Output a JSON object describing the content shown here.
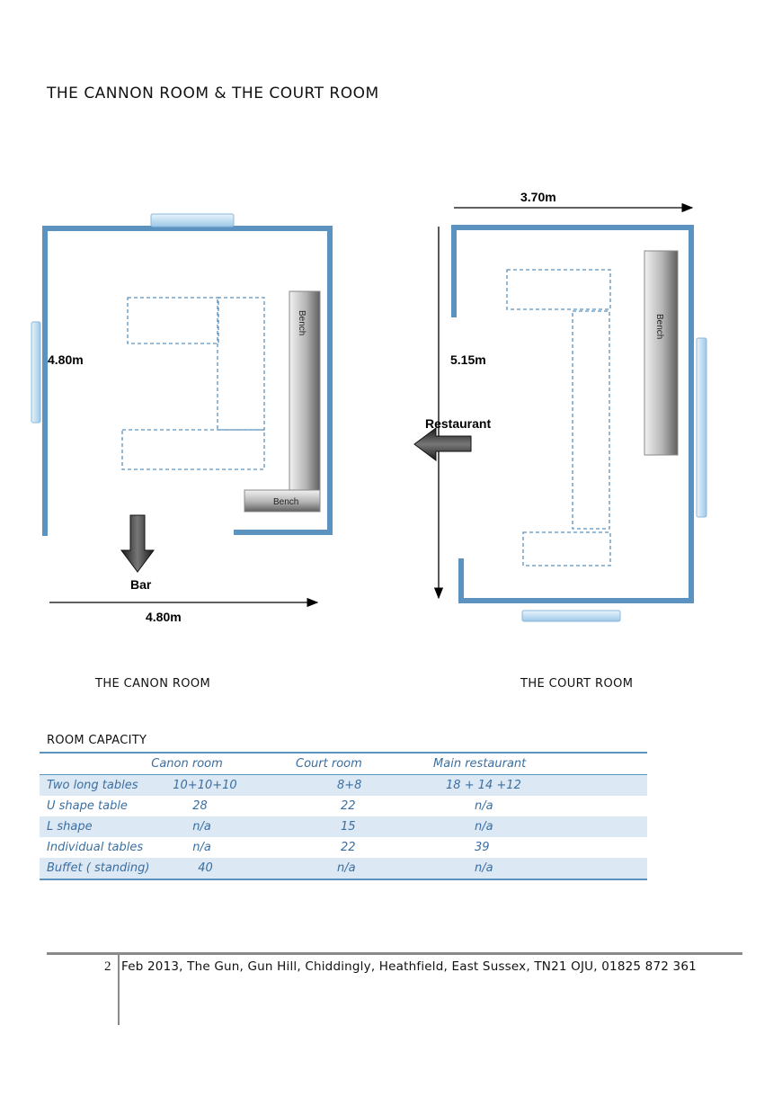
{
  "page_title": "THE CANNON ROOM & THE COURT ROOM",
  "cannon_plan": {
    "width_label": "4.80m",
    "height_label": "4.80m",
    "bench_vertical": "Bench",
    "bench_horizontal": "Bench",
    "exit_label": "Bar",
    "room_name": "THE CANON ROOM"
  },
  "court_plan": {
    "width_label": "3.70m",
    "height_label": "5.15m",
    "bench_vertical": "Bench",
    "exit_label": "Restaurant",
    "room_name": "THE COURT ROOM"
  },
  "capacity": {
    "heading": "ROOM CAPACITY",
    "columns": [
      "",
      "Canon room",
      "Court room",
      "Main restaurant"
    ],
    "rows": [
      {
        "label": "Two long tables",
        "canon": "10+10+10",
        "court": "8+8",
        "main": "18 + 14 +12"
      },
      {
        "label": "U shape table",
        "canon": "28",
        "court": "22",
        "main": "n/a"
      },
      {
        "label": "L shape",
        "canon": "n/a",
        "court": "15",
        "main": "n/a"
      },
      {
        "label": "Individual tables",
        "canon": "n/a",
        "court": "22",
        "main": "39"
      },
      {
        "label": "Buffet ( standing)",
        "canon": "40",
        "court": "n/a",
        "main": "n/a"
      }
    ]
  },
  "footer": {
    "page_number": "2",
    "text": "Feb 2013, The Gun, Gun Hill, Chiddingly, Heathfield, East Sussex, TN21 OJU, 01825 872 361"
  },
  "colors": {
    "wall": "#5b92bf",
    "window": "#c8e0f2",
    "table_outline": "#5b92bf",
    "bench": "#a9a9a9",
    "table_text": "#3b6fa0"
  }
}
